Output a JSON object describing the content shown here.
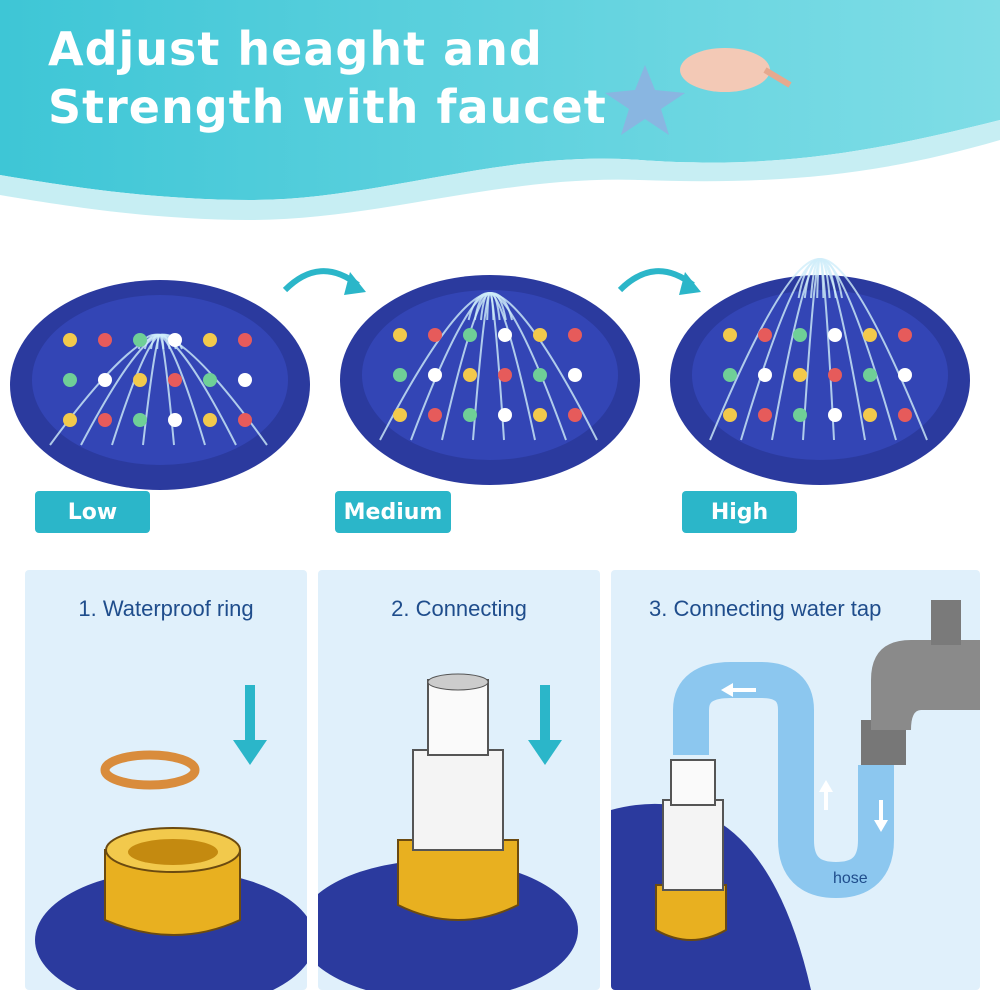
{
  "header": {
    "title_line1": "Adjust heaght and",
    "title_line2": "Strength with faucet"
  },
  "levels": [
    {
      "label": "Low"
    },
    {
      "label": "Medium"
    },
    {
      "label": "High"
    }
  ],
  "steps": [
    {
      "title": "1. Waterproof ring"
    },
    {
      "title": "2. Connecting"
    },
    {
      "title": "3. Connecting water tap"
    }
  ],
  "hose_label": "hose",
  "colors": {
    "teal": "#2bb6c9",
    "pool": "#2b3a9e",
    "panel": "#e0f0fb",
    "text": "#1f4d8c",
    "brass": "#e8b020"
  }
}
